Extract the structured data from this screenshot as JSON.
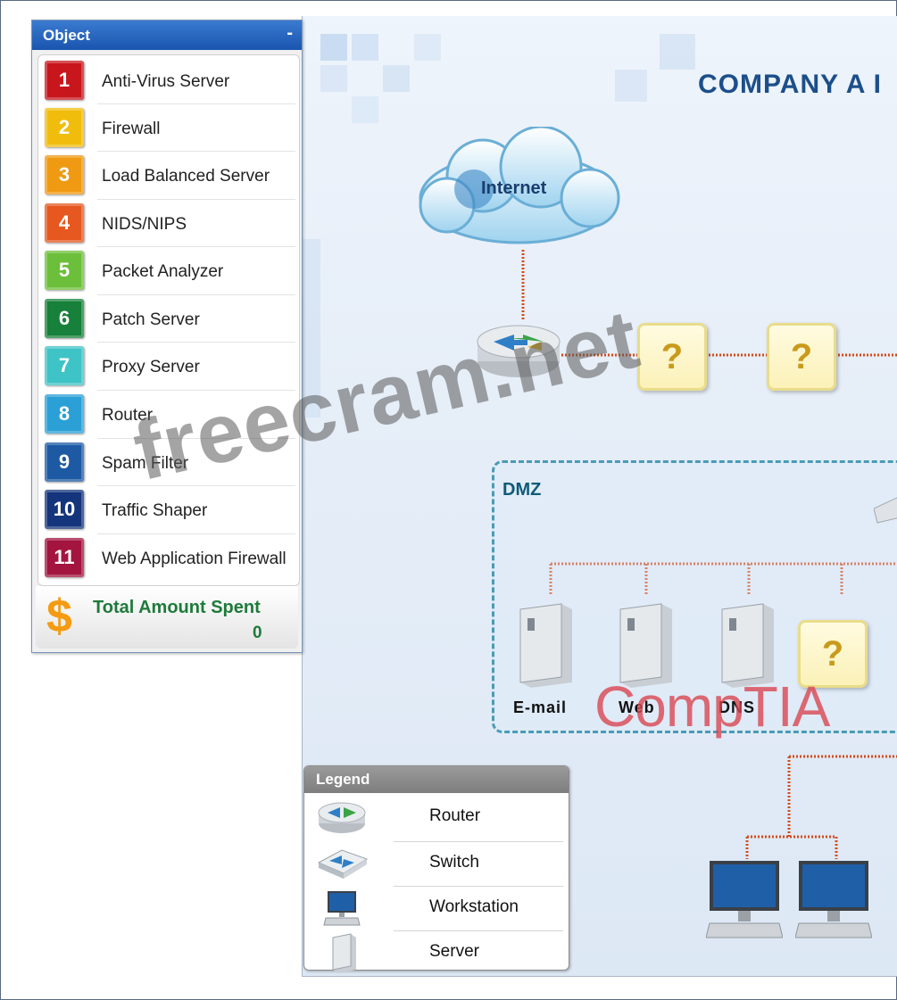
{
  "object_panel": {
    "title": "Object",
    "minimize_label": "-",
    "items": [
      {
        "number": "1",
        "label": "Anti-Virus Server",
        "color": "#c8161d"
      },
      {
        "number": "2",
        "label": "Firewall",
        "color": "#f1bd0d"
      },
      {
        "number": "3",
        "label": "Load Balanced Server",
        "color": "#ef9a12"
      },
      {
        "number": "4",
        "label": "NIDS/NIPS",
        "color": "#e6581f"
      },
      {
        "number": "5",
        "label": "Packet Analyzer",
        "color": "#6cbf3a"
      },
      {
        "number": "6",
        "label": "Patch Server",
        "color": "#17803a"
      },
      {
        "number": "7",
        "label": "Proxy Server",
        "color": "#3ec3c6"
      },
      {
        "number": "8",
        "label": "Router",
        "color": "#2aa0d6"
      },
      {
        "number": "9",
        "label": "Spam Filter",
        "color": "#1e5aa4"
      },
      {
        "number": "10",
        "label": "Traffic Shaper",
        "color": "#14357c"
      },
      {
        "number": "11",
        "label": "Web Application Firewall",
        "color": "#a3143f"
      }
    ],
    "total": {
      "label": "Total Amount Spent",
      "value": "0",
      "icon": "dollar-icon"
    }
  },
  "diagram": {
    "title": "COMPANY A I",
    "internet_label": "Internet",
    "placeholder": "?",
    "dmz_label": "DMZ",
    "servers": [
      "E-mail",
      "Web",
      "DNS"
    ]
  },
  "legend": {
    "title": "Legend",
    "items": [
      {
        "label": "Router",
        "icon": "router-icon"
      },
      {
        "label": "Switch",
        "icon": "switch-icon"
      },
      {
        "label": "Workstation",
        "icon": "workstation-icon"
      },
      {
        "label": "Server",
        "icon": "server-icon"
      }
    ]
  },
  "watermark": "freecram.net",
  "brand": "CompTIA"
}
